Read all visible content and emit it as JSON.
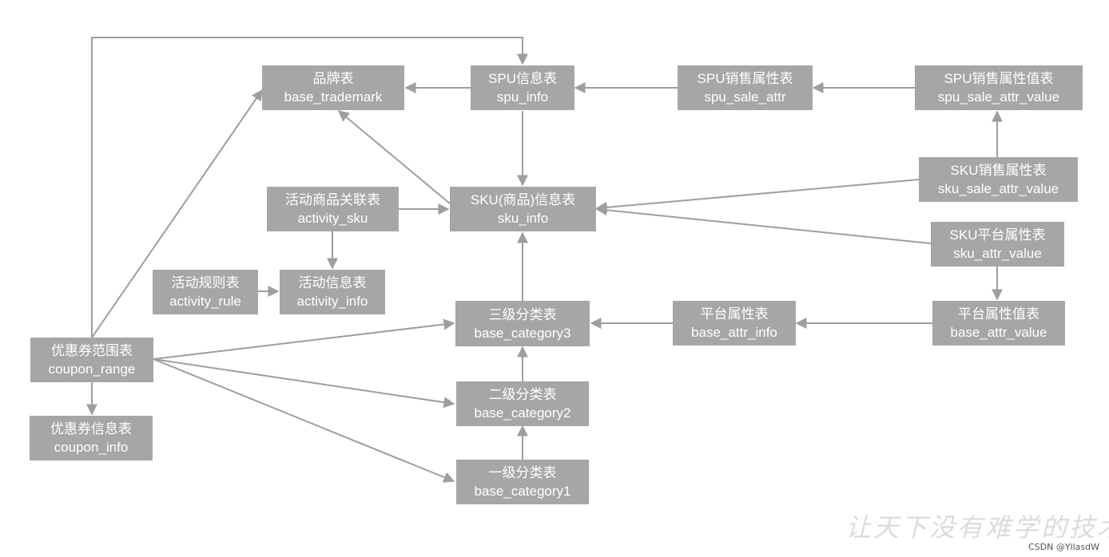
{
  "colors": {
    "box": "#a6a6a6",
    "box_text": "#ffffff",
    "edge": "#9e9e9e"
  },
  "nodes": {
    "base_trademark": {
      "cn": "品牌表",
      "en": "base_trademark"
    },
    "spu_info": {
      "cn": "SPU信息表",
      "en": "spu_info"
    },
    "spu_sale_attr": {
      "cn": "SPU销售属性表",
      "en": "spu_sale_attr"
    },
    "spu_sale_attr_value": {
      "cn": "SPU销售属性值表",
      "en": "spu_sale_attr_value"
    },
    "activity_sku": {
      "cn": "活动商品关联表",
      "en": "activity_sku"
    },
    "sku_info": {
      "cn": "SKU(商品)信息表",
      "en": "sku_info"
    },
    "sku_sale_attr_value": {
      "cn": "SKU销售属性表",
      "en": "sku_sale_attr_value"
    },
    "sku_attr_value": {
      "cn": "SKU平台属性表",
      "en": "sku_attr_value"
    },
    "activity_rule": {
      "cn": "活动规则表",
      "en": "activity_rule"
    },
    "activity_info": {
      "cn": "活动信息表",
      "en": "activity_info"
    },
    "base_category3": {
      "cn": "三级分类表",
      "en": "base_category3"
    },
    "base_attr_info": {
      "cn": "平台属性表",
      "en": "base_attr_info"
    },
    "base_attr_value": {
      "cn": "平台属性值表",
      "en": "base_attr_value"
    },
    "coupon_range": {
      "cn": "优惠券范围表",
      "en": "coupon_range"
    },
    "base_category2": {
      "cn": "二级分类表",
      "en": "base_category2"
    },
    "coupon_info": {
      "cn": "优惠券信息表",
      "en": "coupon_info"
    },
    "base_category1": {
      "cn": "一级分类表",
      "en": "base_category1"
    }
  },
  "edges": [
    {
      "from": "spu_info",
      "to": "base_trademark"
    },
    {
      "from": "spu_sale_attr",
      "to": "spu_info"
    },
    {
      "from": "spu_sale_attr_value",
      "to": "spu_sale_attr"
    },
    {
      "from": "sku_sale_attr_value",
      "to": "spu_sale_attr_value"
    },
    {
      "from": "spu_info",
      "to": "sku_info"
    },
    {
      "from": "sku_info",
      "to": "base_trademark"
    },
    {
      "from": "activity_sku",
      "to": "sku_info"
    },
    {
      "from": "activity_sku",
      "to": "activity_info"
    },
    {
      "from": "activity_rule",
      "to": "activity_info"
    },
    {
      "from": "sku_sale_attr_value",
      "to": "sku_info"
    },
    {
      "from": "sku_attr_value",
      "to": "sku_info"
    },
    {
      "from": "sku_attr_value",
      "to": "base_attr_value"
    },
    {
      "from": "base_attr_value",
      "to": "base_attr_info"
    },
    {
      "from": "base_attr_info",
      "to": "base_category3"
    },
    {
      "from": "base_category3",
      "to": "sku_info"
    },
    {
      "from": "base_category2",
      "to": "base_category3"
    },
    {
      "from": "base_category1",
      "to": "base_category2"
    },
    {
      "from": "coupon_range",
      "to": "base_trademark"
    },
    {
      "from": "coupon_range",
      "to": "spu_info"
    },
    {
      "from": "coupon_range",
      "to": "base_category3"
    },
    {
      "from": "coupon_range",
      "to": "base_category2"
    },
    {
      "from": "coupon_range",
      "to": "base_category1"
    },
    {
      "from": "coupon_range",
      "to": "coupon_info"
    }
  ],
  "watermark": "让天下没有难学的技术",
  "credit": "CSDN @YllasdW"
}
